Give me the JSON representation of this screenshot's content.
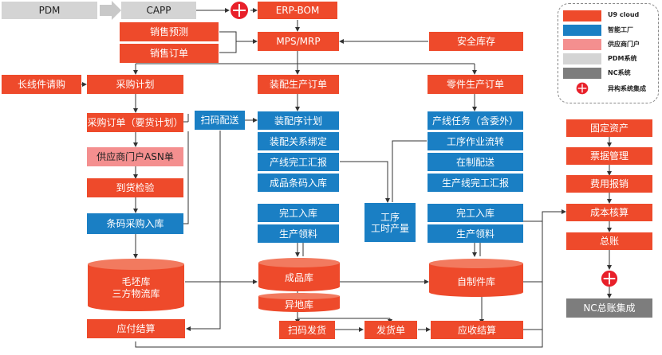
{
  "top_row": {
    "pdm": "PDM",
    "capp": "CAPP",
    "erp_bom": "ERP-BOM"
  },
  "planning": {
    "sales_forecast": "销售预测",
    "sales_order": "销售订单",
    "mps_mrp": "MPS/MRP",
    "safety_stock": "安全库存"
  },
  "procurement": {
    "long_lead": "长线件请购",
    "purchase_plan": "采购计划",
    "purchase_order": "采购订单（要货计划）",
    "supplier_asn": "供应商门户ASN单",
    "arrival_inspection": "到货检验",
    "barcode_receipt": "条码采购入库",
    "scan_delivery": "扫码配送"
  },
  "assembly": {
    "order": "装配生产订单",
    "plan": "装配序计划",
    "binding": "装配关系绑定",
    "line_report": "产线完工汇报",
    "barcode_in": "成品条码入库",
    "completion_in": "完工入库",
    "material_pick": "生产领料"
  },
  "process_output": "工序\n工时产量",
  "parts": {
    "order": "零件生产订单",
    "line_task": "产线任务（含委外）",
    "op_transfer": "工序作业流转",
    "wip_delivery": "在制配送",
    "line_report": "生产线完工汇报",
    "completion_in": "完工入库",
    "material_pick": "生产领料"
  },
  "warehouses": {
    "raw": "毛坯库\n三方物流库",
    "finished": "成品库",
    "remote": "异地库",
    "self_made": "自制件库"
  },
  "bottom": {
    "payable": "应付结算",
    "scan_ship": "扫码发货",
    "shipment": "发货单",
    "receivable": "应收结算"
  },
  "finance": {
    "fixed_assets": "固定资产",
    "invoice": "票据管理",
    "expense": "费用报销",
    "costing": "成本核算",
    "gl": "总账",
    "nc_gl": "NC总账集成"
  },
  "legend": {
    "u9": "U9 cloud",
    "smart_factory": "智能工厂",
    "supplier_portal": "供应商门户",
    "pdm_system": "PDM系统",
    "nc_system": "NC系统",
    "heterogeneous": "异构系统集成"
  },
  "colors": {
    "u9": "#ee4a2b",
    "smart_factory": "#1a7fc4",
    "supplier_portal": "#f48f8f",
    "pdm": "#d4d4d4",
    "nc": "#7d7d7d"
  }
}
